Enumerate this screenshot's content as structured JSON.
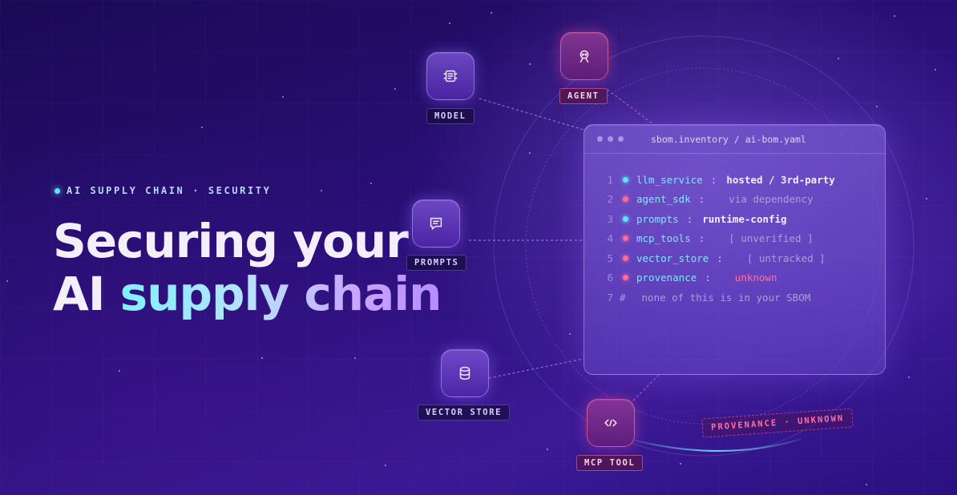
{
  "hero": {
    "eyebrow": "AI SUPPLY CHAIN · SECURITY",
    "headline_line1": "Securing your",
    "headline_line2_plain": "AI ",
    "headline_line2_gradient": "supply chain"
  },
  "nodes": {
    "model": {
      "label": "MODEL",
      "icon": "chip-icon"
    },
    "agent": {
      "label": "AGENT",
      "icon": "robot-icon"
    },
    "prompts": {
      "label": "PROMPTS",
      "icon": "chat-bubble-icon"
    },
    "vector_store": {
      "label": "VECTOR STORE",
      "icon": "database-icon"
    },
    "mcp_tool": {
      "label": "MCP TOOL",
      "icon": "code-brackets-icon"
    }
  },
  "panel": {
    "title": "sbom.inventory / ai-bom.yaml",
    "lines": [
      {
        "num": "1",
        "key": "llm_service",
        "sep": ":",
        "value": "hosted / 3rd-party",
        "status": "cyan"
      },
      {
        "num": "2",
        "key": "agent_sdk",
        "sep": ":",
        "value": "via dependency",
        "status": "pink"
      },
      {
        "num": "3",
        "key": "prompts",
        "sep": ":",
        "value": "runtime-config",
        "status": "cyan"
      },
      {
        "num": "4",
        "key": "mcp_tools",
        "sep": ":",
        "value": "[ unverified ]",
        "status": "pink"
      },
      {
        "num": "5",
        "key": "vector_store",
        "sep": ":",
        "value": "[ untracked ]",
        "status": "pink"
      },
      {
        "num": "6",
        "key": "provenance",
        "sep": ":",
        "value": "unknown",
        "status": "pink"
      },
      {
        "num": "7",
        "hash": "#",
        "comment": "none of this is in your SBOM"
      }
    ]
  },
  "provenance_tag": "PROVENANCE · UNKNOWN",
  "colors": {
    "cyan": "#5fe4ff",
    "pink": "#ff6b9a",
    "value_bright": "#f3efff",
    "value_muted": "#a99fd6",
    "value_alert": "#ff6fa0"
  }
}
